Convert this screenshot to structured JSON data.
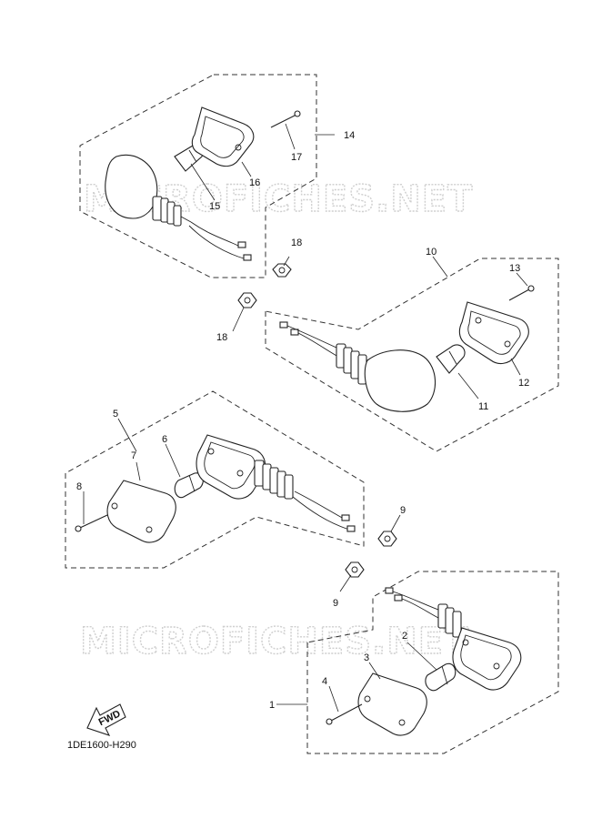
{
  "diagram": {
    "watermark_text": "MICROFICHES.NET",
    "diagram_code": "1DE1600-H290",
    "fwd_label": "FWD",
    "callouts": [
      "1",
      "2",
      "3",
      "4",
      "5",
      "6",
      "7",
      "8",
      "9",
      "9",
      "10",
      "11",
      "12",
      "13",
      "14",
      "15",
      "16",
      "17",
      "18",
      "18"
    ]
  }
}
